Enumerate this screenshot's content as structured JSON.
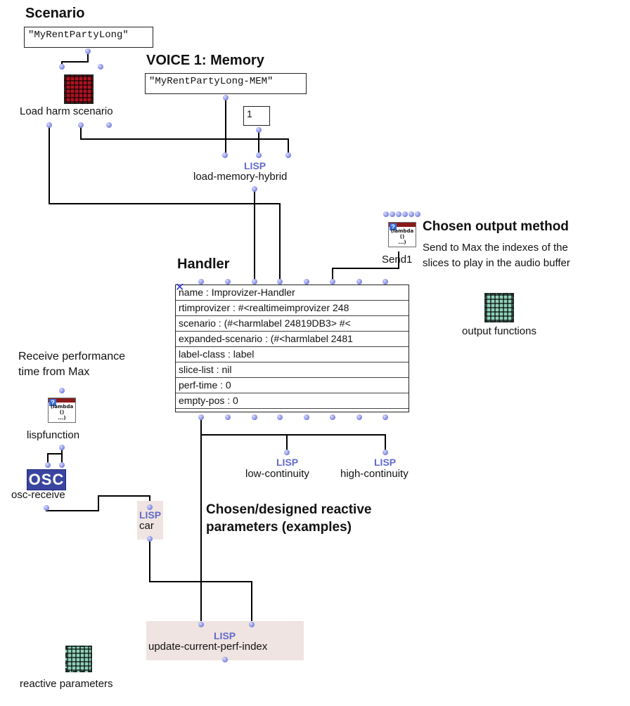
{
  "headings": {
    "scenario": "Scenario",
    "voice": "VOICE 1: Memory",
    "output_method": "Chosen output method",
    "handler": "Handler",
    "reactive": "Chosen/designed reactive parameters (examples)"
  },
  "notes": {
    "output_desc_1": "Send to Max the indexes of the",
    "output_desc_2": "slices to play in the audio buffer",
    "receive_1": "Receive performance",
    "receive_2": "time from Max"
  },
  "boxes": {
    "scenario_value": "\"MyRentPartyLong\"",
    "memory_value": "\"MyRentPartyLong-MEM\"",
    "number_value": "1"
  },
  "lisp_tag": "LISP",
  "lambda_text": "(lambda\n()\n...)",
  "osc_text": "OSC",
  "labels": {
    "load_harm": "Load harm scenario",
    "load_memory": "load-memory-hybrid",
    "send1": "Send1",
    "output_functions": "output functions",
    "lispfunction": "lispfunction",
    "osc_receive": "osc-receive",
    "car": "car",
    "low_continuity": "low-continuity",
    "high_continuity": "high-continuity",
    "update_index": "update-current-perf-index",
    "reactive_parameters": "reactive parameters"
  },
  "handler_slots": [
    "name : Improvizer-Handler",
    "rtimprovizer : #<realtimeimprovizer 248",
    "scenario : (#<harmlabel 24819DB3> #<",
    "expanded-scenario : (#<harmlabel 2481",
    "label-class : label",
    "slice-list : nil",
    "perf-time : 0",
    "empty-pos : 0"
  ],
  "colors": {
    "inlet": "#8c94e6",
    "lisp_blue": "#6269c9",
    "osc_bg": "#3a45a0",
    "red_icon": "#b01321",
    "teal_icon": "#8fd1b9",
    "patch_bg": "#efe4e2"
  }
}
